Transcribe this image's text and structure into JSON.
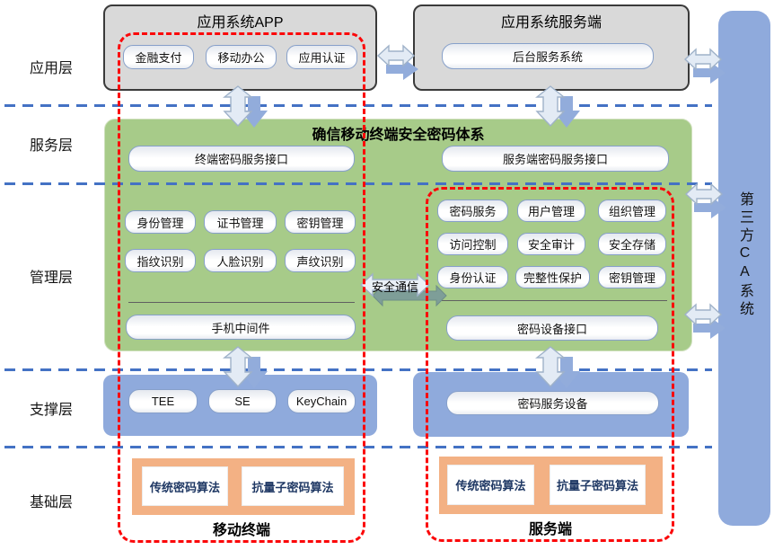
{
  "layer_labels": [
    "应用层",
    "服务层",
    "管理层",
    "支撑层",
    "基础层"
  ],
  "app_panel": {
    "title": "应用系统APP",
    "buttons": [
      "金融支付",
      "移动办公",
      "应用认证"
    ]
  },
  "server_panel": {
    "title": "应用系统服务端",
    "button": "后台服务系统"
  },
  "crypto_system": {
    "title": "确信移动终端安全密码体系",
    "terminal_api": "终端密码服务接口",
    "server_api": "服务端密码服务接口",
    "terminal_modules": [
      "身份管理",
      "证书管理",
      "密钥管理",
      "指纹识别",
      "人脸识别",
      "声纹识别"
    ],
    "server_modules": [
      "密码服务",
      "用户管理",
      "组织管理",
      "访问控制",
      "安全审计",
      "安全存储",
      "身份认证",
      "完整性保护",
      "密钥管理"
    ],
    "secure_comm_label": "安全通信",
    "phone_middleware": "手机中间件",
    "device_api": "密码设备接口"
  },
  "support": {
    "terminal_items": [
      "TEE",
      "SE",
      "KeyChain"
    ],
    "server_item": "密码服务设备"
  },
  "foundation": {
    "terminal_algorithms": [
      "传统密码算法",
      "抗量子密码算法"
    ],
    "server_algorithms": [
      "传统密码算法",
      "抗量子密码算法"
    ]
  },
  "group_labels": {
    "terminal": "移动终端",
    "server": "服务端"
  },
  "ca_system": {
    "label": "第三方CA系统"
  },
  "colors": {
    "green": "#A7CB89",
    "panel_gray": "#D9D9D9",
    "blue": "#8FAADC",
    "orange": "#F3B184",
    "red_dash": "#FB0709",
    "layer_divider": "#4472C4",
    "algo_text": "#1F3864",
    "teal_arrow": "#7E9E98"
  }
}
